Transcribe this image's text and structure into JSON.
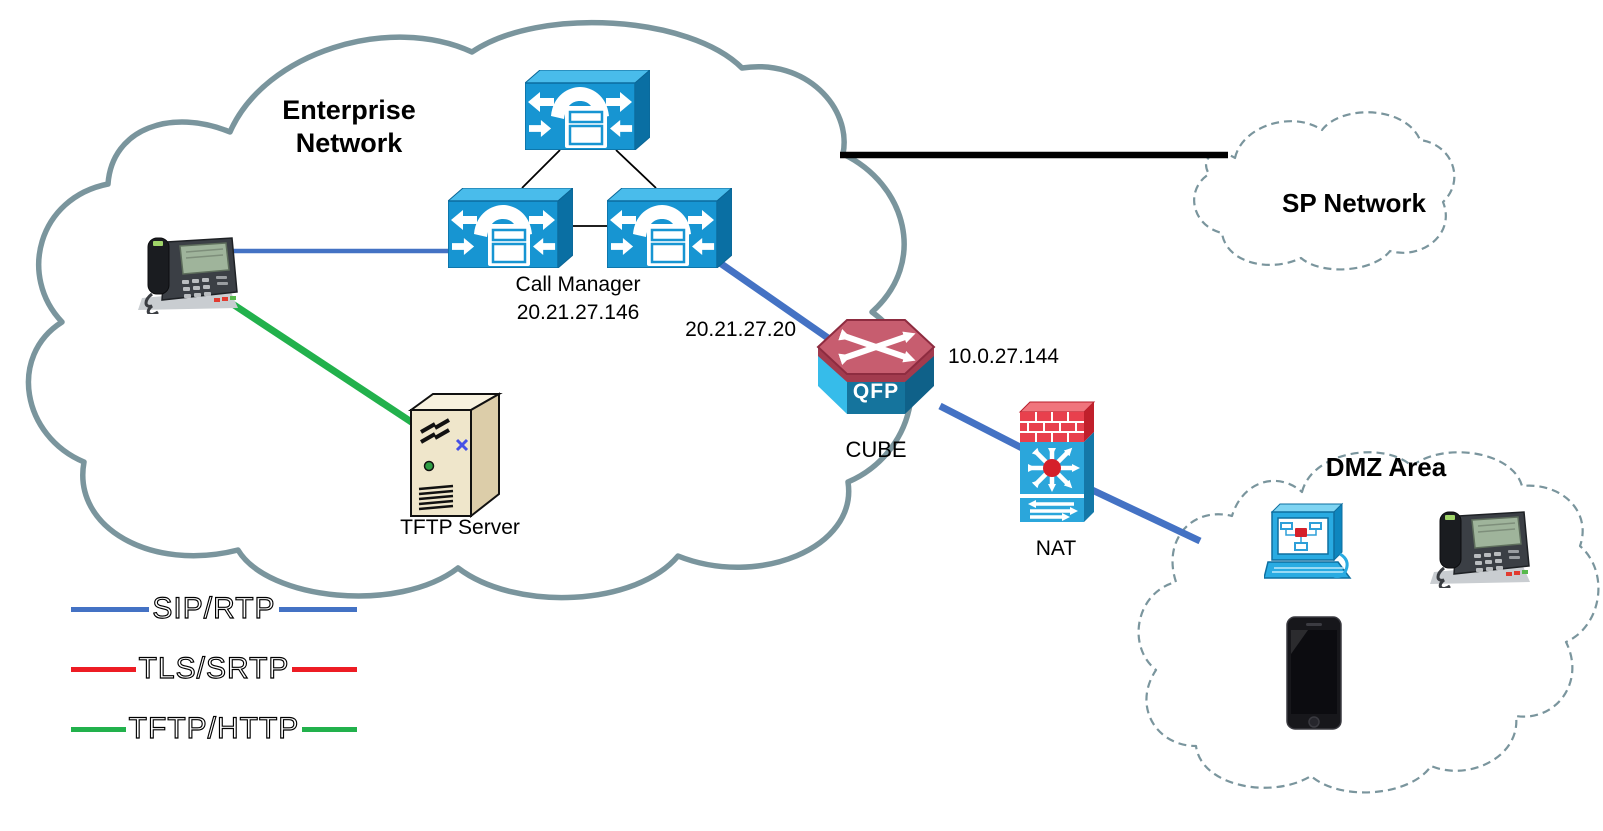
{
  "colors": {
    "sip_rtp": "#4472C4",
    "tls_srtp": "#ED1C24",
    "tftp_http": "#22B14C",
    "trunk": "#000000",
    "cloud_outline": "#7A959D",
    "device_blue": "#1795D2",
    "device_red": "#D5202A"
  },
  "clouds": {
    "enterprise": {
      "label_line1": "Enterprise",
      "label_line2": "Network"
    },
    "sp": {
      "label": "SP Network"
    },
    "dmz": {
      "label": "DMZ Area"
    }
  },
  "nodes": {
    "call_manager": {
      "label": "Call Manager",
      "ip": "20.21.27.146",
      "icon": "call-manager-icon"
    },
    "ip_phone": {
      "icon": "ip-phone-icon"
    },
    "tftp_server": {
      "label": "TFTP Server",
      "icon": "server-icon"
    },
    "cube": {
      "label": "CUBE",
      "badge": "QFP",
      "inside_ip": "20.21.27.20",
      "outside_ip": "10.0.27.144",
      "icon": "router-icon"
    },
    "nat": {
      "label": "NAT",
      "icon": "firewall-nat-icon"
    },
    "dmz_pc": {
      "icon": "softphone-pc-icon"
    },
    "dmz_phone": {
      "icon": "ip-phone-icon"
    },
    "dmz_smartphone": {
      "icon": "smartphone-icon"
    }
  },
  "legend": {
    "items": [
      {
        "label": "SIP/RTP",
        "color": "#4472C4"
      },
      {
        "label": "TLS/SRTP",
        "color": "#ED1C24"
      },
      {
        "label": "TFTP/HTTP",
        "color": "#22B14C"
      }
    ]
  }
}
